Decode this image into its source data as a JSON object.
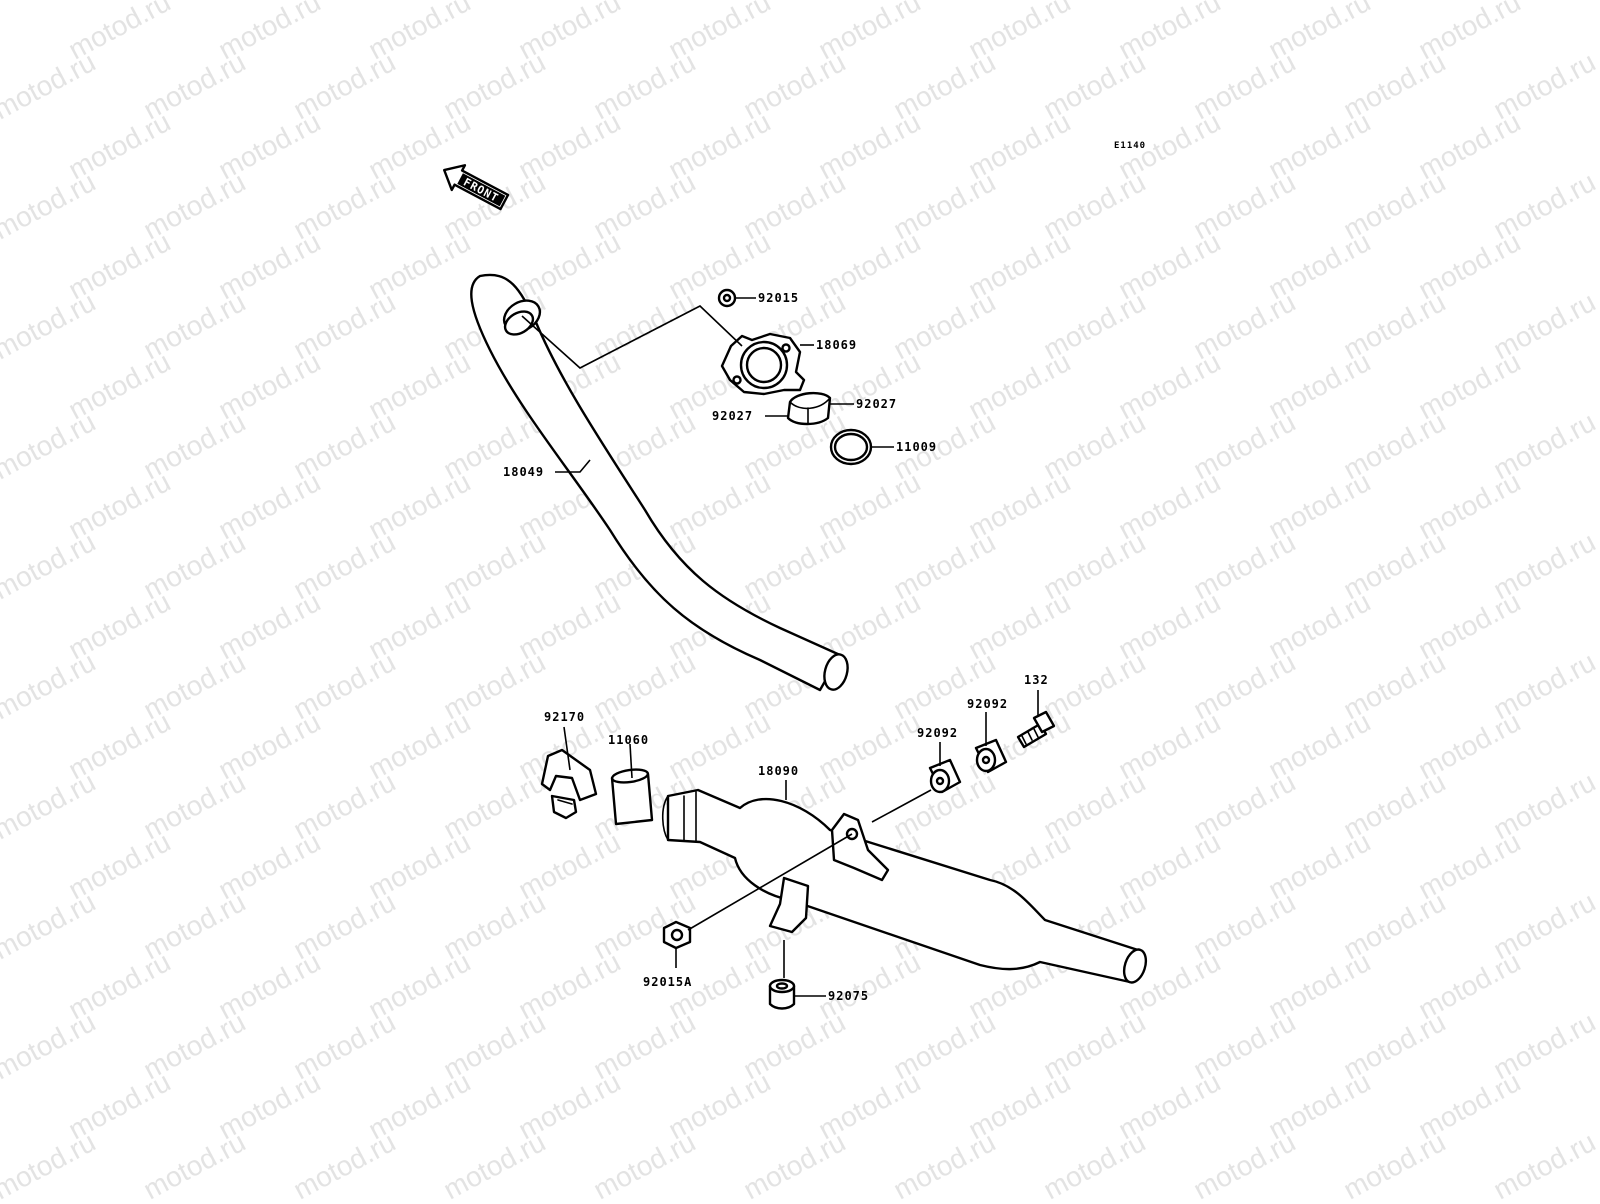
{
  "diagram": {
    "code": "E1140",
    "front_label": "FRONT",
    "watermark": "motod.ru",
    "parts": [
      {
        "number": "92015"
      },
      {
        "number": "18069"
      },
      {
        "number": "92027"
      },
      {
        "number": "92027"
      },
      {
        "number": "11009"
      },
      {
        "number": "18049"
      },
      {
        "number": "132"
      },
      {
        "number": "92092"
      },
      {
        "number": "92092"
      },
      {
        "number": "92170"
      },
      {
        "number": "11060"
      },
      {
        "number": "18090"
      },
      {
        "number": "92015A"
      },
      {
        "number": "92075"
      }
    ]
  }
}
